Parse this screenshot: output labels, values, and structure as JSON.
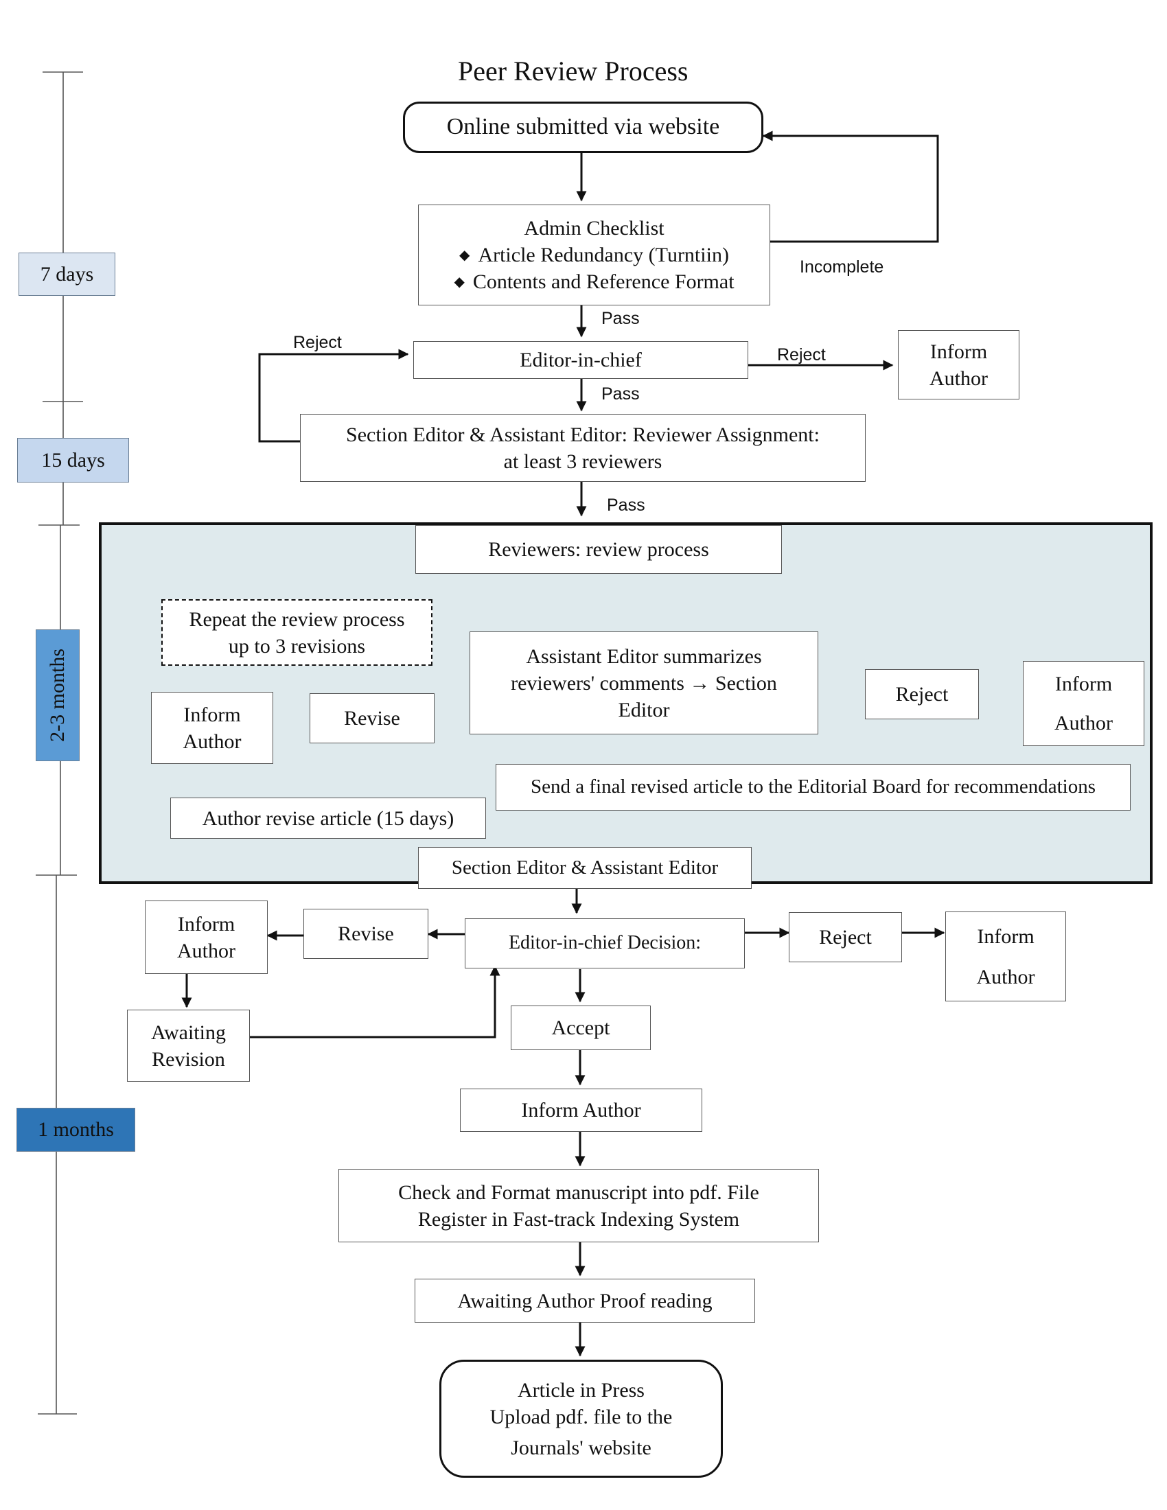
{
  "title": "Peer Review Process",
  "timeline": [
    "7 days",
    "15 days",
    "2-3 months",
    "1 months"
  ],
  "colors": {
    "panel": "#dfeaed",
    "tl_light": "#dce6f2",
    "tl_mid": "#c5d7ee",
    "tl_blue": "#2e75b6"
  },
  "nodes": {
    "submit": "Online submitted via website",
    "admin_title": "Admin Checklist",
    "admin_item1": "Article Redundancy (Turntiin)",
    "admin_item2": "Contents and Reference Format",
    "eic": "Editor-in-chief",
    "inform1_l1": "Inform",
    "inform1_l2": "Author",
    "assign_l1": "Section Editor & Assistant Editor: Reviewer Assignment:",
    "assign_l2": "at least 3 reviewers",
    "reviewers": "Reviewers: review process",
    "repeat_l1": "Repeat the review process",
    "repeat_l2": "up to 3 revisions",
    "summ_l1": "Assistant Editor summarizes",
    "summ_l2": "reviewers' comments → Section",
    "summ_l3": "Editor",
    "reject2": "Reject",
    "inform2_l1": "Inform",
    "inform2_l2": "Author",
    "revise1": "Revise",
    "inform3_l1": "Inform",
    "inform3_l2": "Author",
    "author_revise": "Author revise article (15 days)",
    "send_board": "Send a final revised article to the Editorial Board for recommendations",
    "se_ae": "Section Editor & Assistant Editor",
    "decision": "Editor-in-chief Decision:",
    "revise2": "Revise",
    "inform4_l1": "Inform",
    "inform4_l2": "Author",
    "awaiting_l1": "Awaiting",
    "awaiting_l2": "Revision",
    "reject3": "Reject",
    "inform5_l1": "Inform",
    "inform5_l2": "Author",
    "accept": "Accept",
    "inform_final": "Inform Author",
    "check_l1": "Check and Format manuscript into pdf. File",
    "check_l2": "Register in Fast-track Indexing System",
    "proof": "Awaiting Author Proof reading",
    "press_l1": "Article in Press",
    "press_l2": "Upload pdf. file to the",
    "press_l3": "Journals' website"
  },
  "edge_labels": {
    "incomplete": "Incomplete",
    "pass1": "Pass",
    "pass2": "Pass",
    "pass3": "Pass",
    "reject_left": "Reject",
    "reject_right": "Reject"
  }
}
